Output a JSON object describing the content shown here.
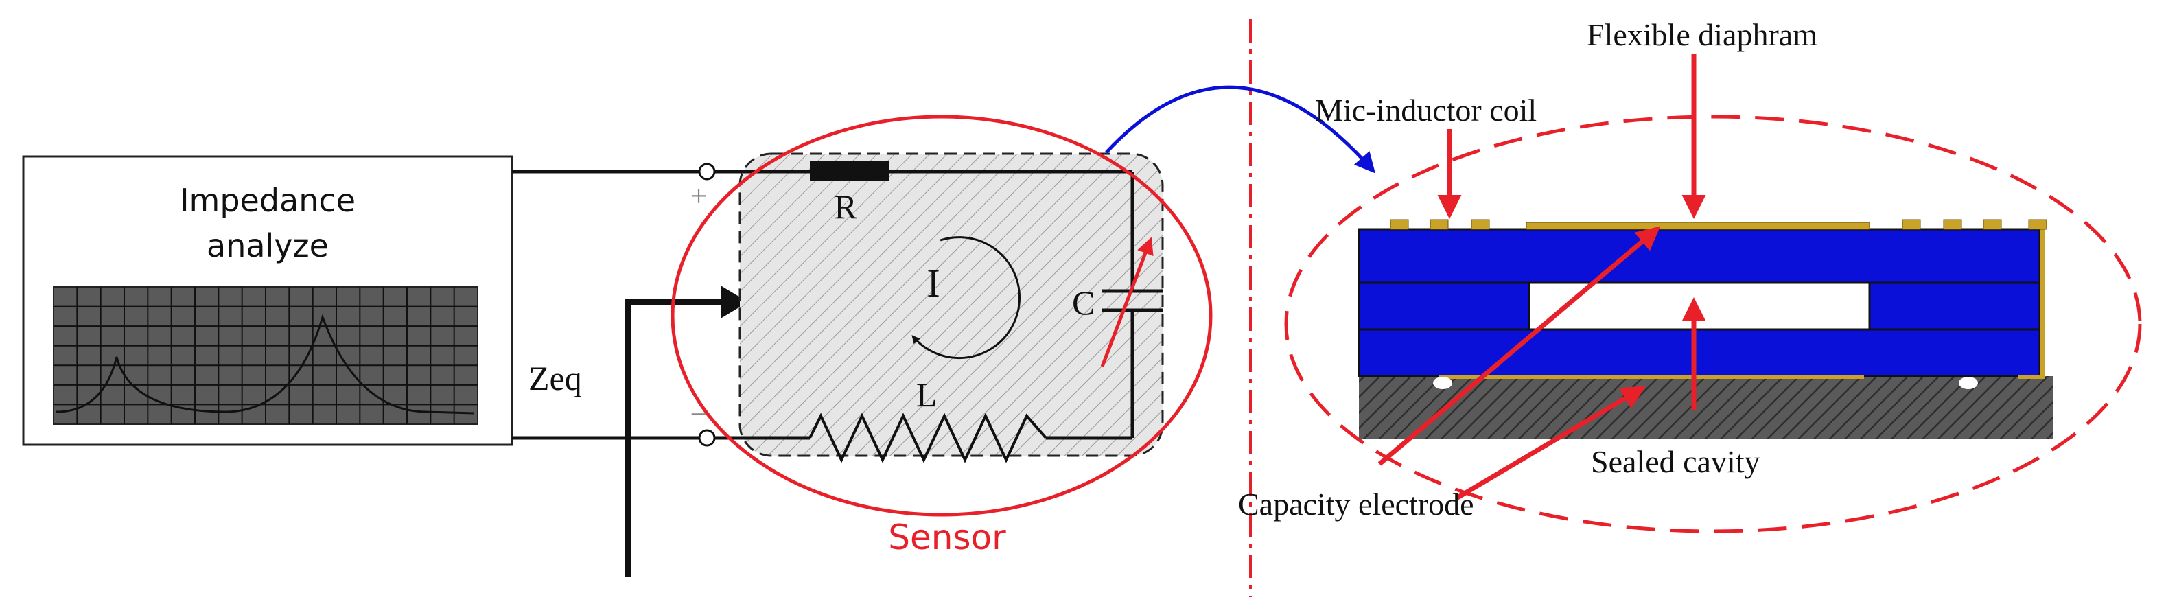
{
  "analyzer": {
    "title_line1": "Impedance",
    "title_line2": "analyze",
    "zeq_label": "Zeq",
    "plus_sign": "+",
    "minus_sign": "−"
  },
  "circuit": {
    "resistor_label": "R",
    "current_label": "I",
    "capacitor_label": "C",
    "inductor_label": "L",
    "sensor_label": "Sensor"
  },
  "cross_section": {
    "flexible_diaphragm_label": "Flexible diaphram",
    "coil_label": "Mic-inductor coil",
    "sealed_cavity_label": "Sealed cavity",
    "capacity_electrode_label": "Capacity electrode"
  },
  "colors": {
    "red": "#e8202a",
    "blue": "#0b10d8",
    "gold": "#c9a227",
    "black": "#111111",
    "screen": "#5a5a5a",
    "hatch_bg": "#e6e6e6"
  }
}
